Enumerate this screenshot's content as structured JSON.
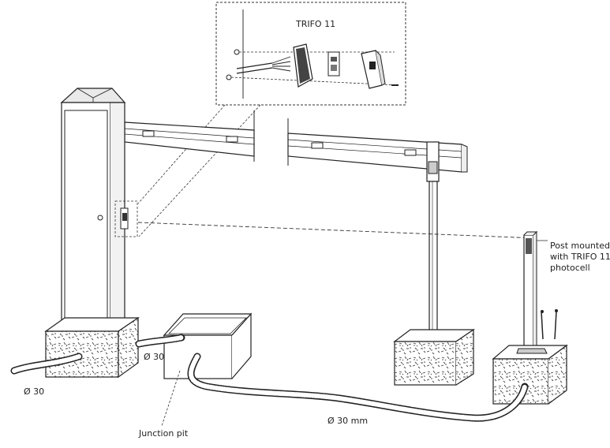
{
  "labels": {
    "inset_title": "TRIFO 11",
    "post_line1": "Post mounted",
    "post_line2": "with TRIFO 11",
    "post_line3": "photocell",
    "conduit_left": "Ø 30",
    "conduit_mid": "Ø 30",
    "conduit_right": "Ø 30 mm",
    "junction_pit": "Junction pit"
  }
}
